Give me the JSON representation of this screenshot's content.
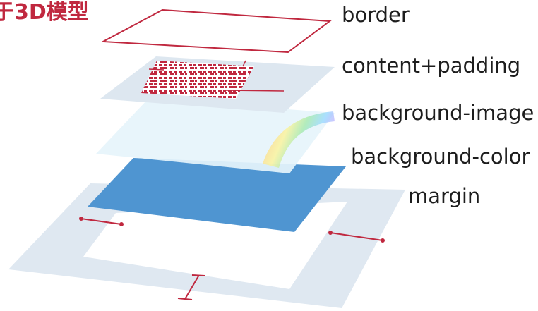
{
  "title": "于3D模型",
  "layers": [
    {
      "id": "border",
      "label": "border"
    },
    {
      "id": "content-padding",
      "label": "content+padding"
    },
    {
      "id": "background-image",
      "label": "background-image"
    },
    {
      "id": "background-color",
      "label": "background-color"
    },
    {
      "id": "margin",
      "label": "margin"
    }
  ],
  "colors": {
    "title": "#c0283f",
    "border_line": "#c0283f",
    "margin_fill": "#dfe8f1",
    "padding_fill": "#dde7f0",
    "content_fill": "#ffffff",
    "bgimage_fill": "#e5f3fb",
    "bgcolor_fill": "#4f95d1",
    "measure_line": "#c0283f"
  }
}
